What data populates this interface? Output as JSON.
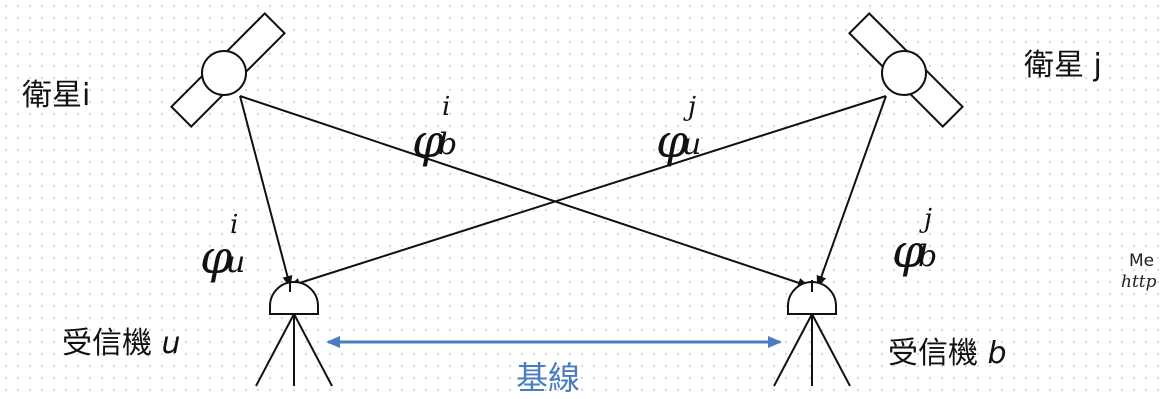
{
  "satellites": {
    "left": {
      "label": "衛星i"
    },
    "right": {
      "label": "衛星 j"
    }
  },
  "receivers": {
    "left": {
      "prefix": "受信機 ",
      "symbol": "u"
    },
    "right": {
      "prefix": "受信機 ",
      "symbol": "b"
    }
  },
  "baseline": {
    "label": "基線",
    "color": "#4a7dbf"
  },
  "phases": {
    "phi_u_i": {
      "main": "φ",
      "sup": "i",
      "sub": "u"
    },
    "phi_b_i": {
      "main": "φ",
      "sup": "i",
      "sub": "b"
    },
    "phi_u_j": {
      "main": "φ",
      "sup": "j",
      "sub": "u"
    },
    "phi_b_j": {
      "main": "φ",
      "sup": "j",
      "sub": "b"
    }
  },
  "credit": {
    "line1": "Me",
    "line2": "http"
  }
}
